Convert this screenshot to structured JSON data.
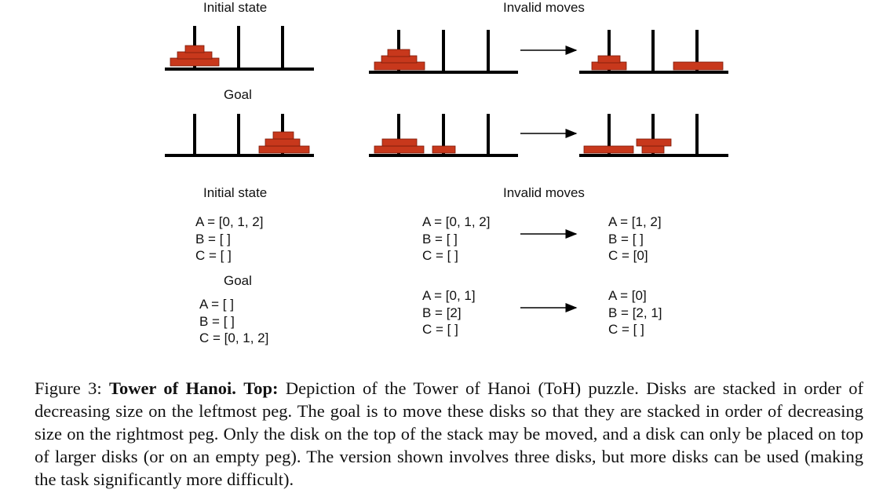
{
  "labels": {
    "top_initial": "Initial state",
    "top_goal": "Goal",
    "top_invalid": "Invalid moves",
    "bottom_initial": "Initial state",
    "bottom_goal": "Goal",
    "bottom_invalid": "Invalid moves"
  },
  "colors": {
    "disk": "#c8381c",
    "disk_edge": "#7a1a08",
    "peg": "#000000"
  },
  "states": {
    "initial": [
      "A = [0, 1, 2]",
      "B = [ ]",
      "C = [ ]"
    ],
    "goal": [
      "A = [ ]",
      "B = [ ]",
      "C = [0, 1, 2]"
    ],
    "move1_from": [
      "A = [0, 1, 2]",
      "B = [ ]",
      "C = [ ]"
    ],
    "move1_to": [
      "A = [1, 2]",
      "B = [ ]",
      "C = [0]"
    ],
    "move2_from": [
      "A = [0, 1]",
      "B = [2]",
      "C = [ ]"
    ],
    "move2_to": [
      "A = [0]",
      "B = [2, 1]",
      "C = [ ]"
    ]
  },
  "caption": {
    "prefix": "Figure 3: ",
    "bold1": "Tower of Hanoi.",
    "bold2": "Top:",
    "text": "Depiction of the Tower of Hanoi (ToH) puzzle. Disks are stacked in order of decreasing size on the leftmost peg. The goal is to move these disks so that they are stacked in order of decreasing size on the rightmost peg. Only the disk on the top of the stack may be moved, and a disk can only be placed on top of larger disks (or on an empty peg). The version shown involves three disks, but more disks can be used (making the task significantly more difficult)."
  }
}
